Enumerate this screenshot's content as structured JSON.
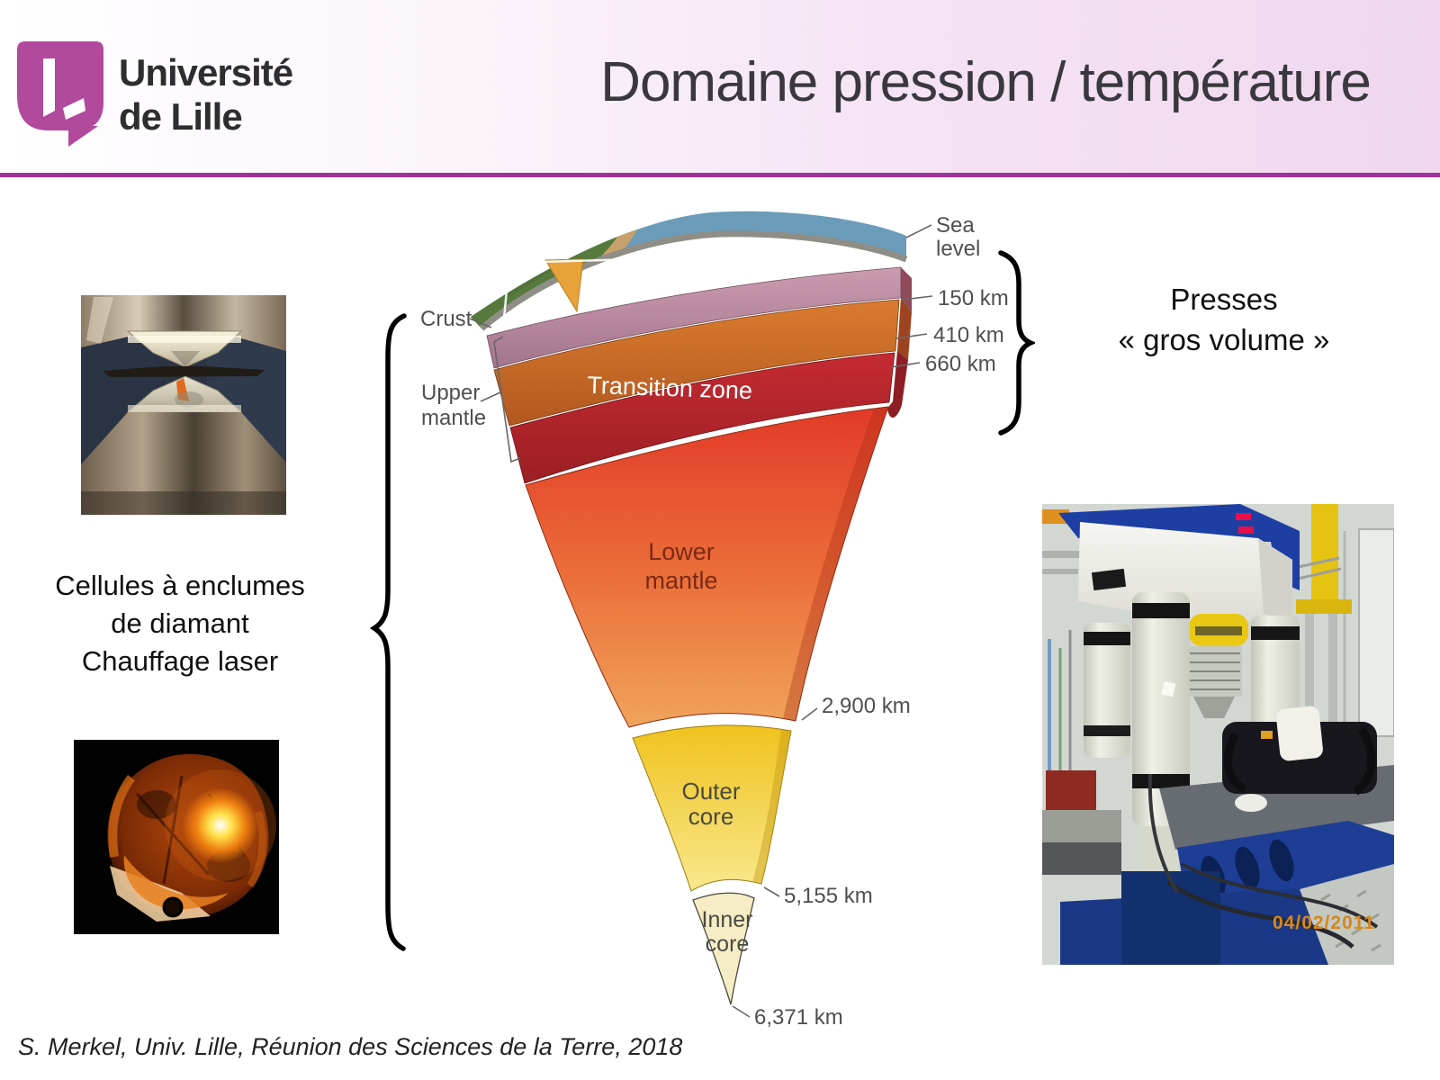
{
  "header": {
    "logo_line1": "Université",
    "logo_line2": "de Lille",
    "title": "Domaine pression / température"
  },
  "colors": {
    "brand_magenta": "#b1499c",
    "divider_purple": "#9c3398",
    "header_pink_right": "#f0d7ee",
    "press_date_orange": "#d8871a"
  },
  "left_panel": {
    "caption_lines": [
      "Cellules à enclumes",
      "de diamant",
      "Chauffage laser"
    ]
  },
  "right_panel": {
    "caption_lines": [
      "Presses",
      "« gros volume »"
    ],
    "press_photo_date": "04/02/2011"
  },
  "earth_diagram": {
    "labels": {
      "crust": "Crust",
      "upper_mantle_line1": "Upper",
      "upper_mantle_line2": "mantle",
      "transition_zone": "Transition zone",
      "lower_mantle_line1": "Lower",
      "lower_mantle_line2": "mantle",
      "outer_core_line1": "Outer",
      "outer_core_line2": "core",
      "inner_core_line1": "Inner",
      "inner_core_line2": "core"
    },
    "depths": {
      "sea_level_line1": "Sea",
      "sea_level_line2": "level",
      "d150": "150 km",
      "d410": "410 km",
      "d660": "660 km",
      "d2900": "2,900 km",
      "d5155": "5,155 km",
      "d6371": "6,371 km"
    }
  },
  "footer": {
    "citation": "S. Merkel, Univ. Lille, Réunion des Sciences de la Terre, 2018"
  }
}
